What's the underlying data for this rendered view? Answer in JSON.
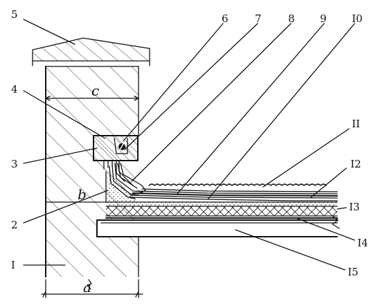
{
  "labels": {
    "n1": "I",
    "n2": "2",
    "n3": "3",
    "n4": "4",
    "n5": "5",
    "n6": "6",
    "n7": "7",
    "n8": "8",
    "n9": "9",
    "n10": "I0",
    "n11": "II",
    "n12": "I2",
    "n13": "I3",
    "n14": "I4",
    "n15": "I5"
  },
  "dimensions": {
    "a": "a",
    "b": "b",
    "c": "c"
  },
  "colors": {
    "ink": "#111111",
    "paper": "#ffffff"
  }
}
